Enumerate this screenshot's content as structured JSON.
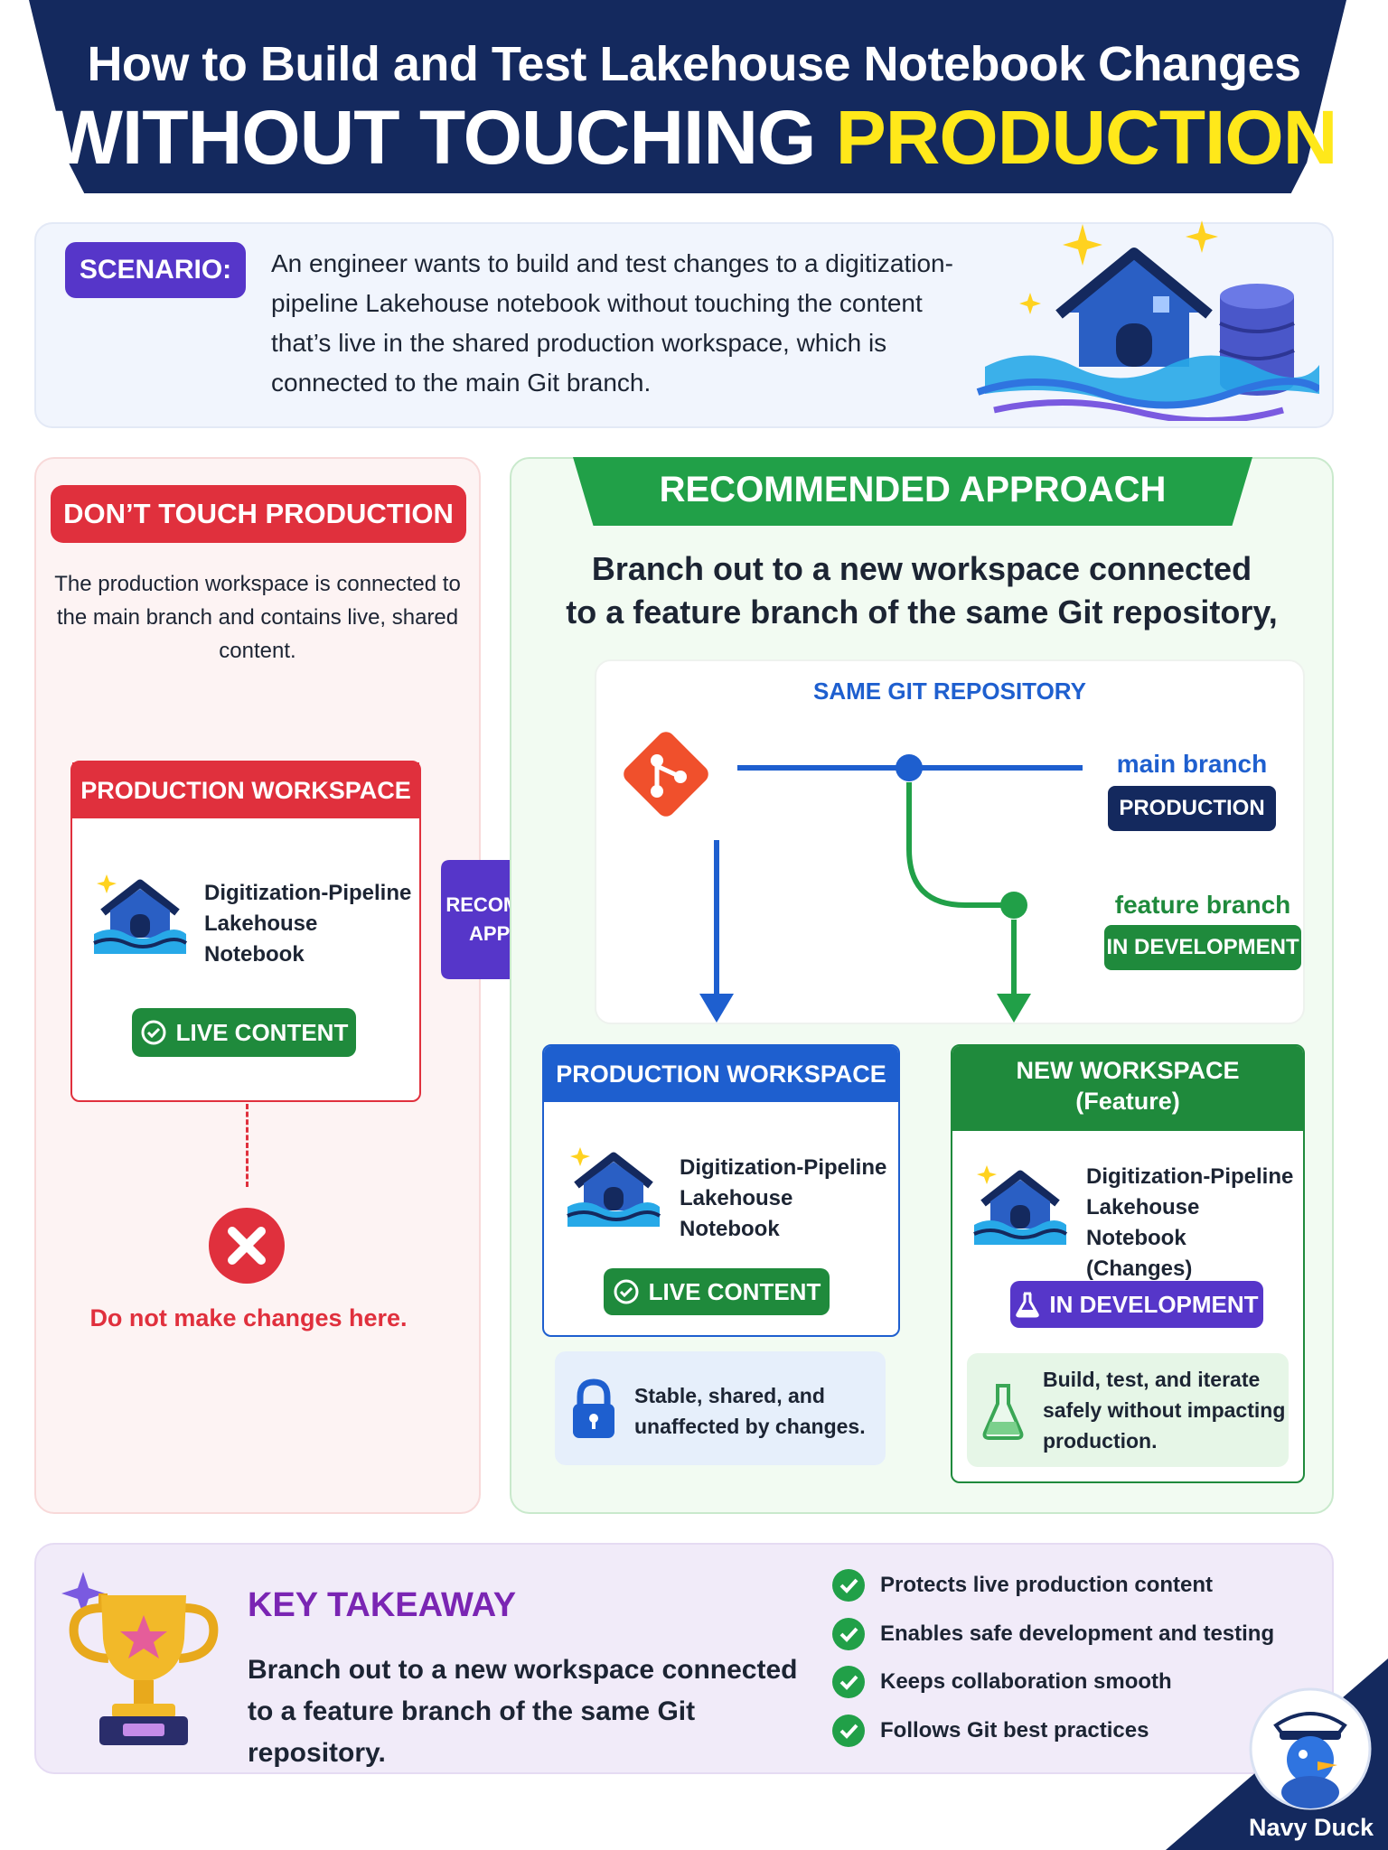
{
  "header": {
    "title_line1": "How to Build and Test Lakehouse Notebook Changes",
    "title_line2_part1": "WITHOUT TOUCHING ",
    "title_line2_highlight": "PRODUCTION"
  },
  "scenario": {
    "tag": "SCENARIO:",
    "text": "An engineer wants to build and test changes to a digitization-pipeline Lakehouse notebook without touching the content that’s live in the shared production workspace, which is connected to the main Git branch."
  },
  "left": {
    "heading": "DON’T TOUCH PRODUCTION",
    "description": "The production workspace is connected to the main branch and contains live, shared content.",
    "card_title": "PRODUCTION WORKSPACE",
    "notebook_line1": "Digitization-Pipeline",
    "notebook_line2": "Lakehouse Notebook",
    "live_badge": "LIVE CONTENT",
    "warning": "Do not make changes here."
  },
  "arrow": {
    "line1": "RECOMMENDED",
    "line2": "APPROACH"
  },
  "right": {
    "title": "RECOMMENDED APPROACH",
    "desc_line1": "Branch out to a new workspace connected",
    "desc_line2": "to a feature branch of the same Git repository,",
    "repo_label": "SAME GIT REPOSITORY",
    "main_branch_label": "main branch",
    "main_branch_badge": "PRODUCTION",
    "feature_branch_label": "feature branch",
    "feature_branch_badge": "IN DEVELOPMENT",
    "prod_card": {
      "title": "PRODUCTION WORKSPACE",
      "notebook_line1": "Digitization-Pipeline",
      "notebook_line2": "Lakehouse Notebook",
      "live_badge": "LIVE CONTENT",
      "note_line1": "Stable, shared, and",
      "note_line2": "unaffected by changes."
    },
    "new_card": {
      "title_line1": "NEW WORKSPACE",
      "title_line2": "(Feature)",
      "notebook_line1": "Digitization-Pipeline",
      "notebook_line2": "Lakehouse Notebook",
      "notebook_line3": "(Changes)",
      "dev_badge": "IN DEVELOPMENT",
      "note_line1": "Build, test, and iterate",
      "note_line2": "safely without impacting",
      "note_line3": "production."
    }
  },
  "takeaway": {
    "title": "KEY TAKEAWAY",
    "line1": "Branch out to a new workspace connected",
    "line2": "to a feature branch of the same Git repository.",
    "items": [
      "Protects live production content",
      "Enables safe development and testing",
      "Keeps collaboration smooth",
      "Follows Git best practices"
    ]
  },
  "brand": {
    "name": "Navy Duck"
  },
  "colors": {
    "navy": "#14295e",
    "red": "#e0303d",
    "green": "#1f8a3c",
    "blue": "#1e5fcf",
    "purple": "#5636c9",
    "yellow": "#ffe81a"
  },
  "icons": [
    "house-lake-icon",
    "database-icon",
    "git-icon",
    "check-circle-icon",
    "x-circle-icon",
    "lock-icon",
    "flask-icon",
    "trophy-icon",
    "duck-mascot-icon"
  ]
}
